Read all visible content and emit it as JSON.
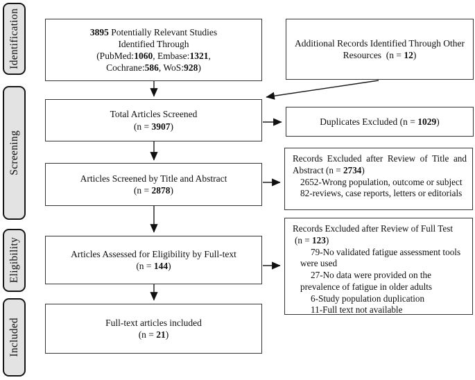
{
  "colors": {
    "background": "#ffffff",
    "box_border": "#333333",
    "stage_fill": "#e3e3e3",
    "stage_border": "#151515",
    "text": "#0e0e0e",
    "arrow": "#1a1a1a"
  },
  "sidebar": {
    "stages": [
      {
        "label": "Identification"
      },
      {
        "label": "Screening"
      },
      {
        "label": "Eligibility"
      },
      {
        "label": "Included"
      }
    ]
  },
  "flow": {
    "identified": {
      "lines": [
        {
          "segs": [
            {
              "t": "3895",
              "b": true
            },
            {
              "t": " Potentially Relevant Studies"
            }
          ]
        },
        {
          "segs": [
            {
              "t": "Identified Through"
            }
          ]
        },
        {
          "segs": [
            {
              "t": "(PubMed:"
            },
            {
              "t": "1060",
              "b": true
            },
            {
              "t": ", Embase:"
            },
            {
              "t": "1321",
              "b": true
            },
            {
              "t": ","
            }
          ]
        },
        {
          "segs": [
            {
              "t": "Cochrane:"
            },
            {
              "t": "586",
              "b": true
            },
            {
              "t": ", WoS:"
            },
            {
              "t": "928",
              "b": true
            },
            {
              "t": ")"
            }
          ]
        }
      ]
    },
    "additional": {
      "lines": [
        {
          "segs": [
            {
              "t": "Additional Records Identified Through Other"
            }
          ]
        },
        {
          "segs": [
            {
              "t": "Resources  (n = "
            },
            {
              "t": "12",
              "b": true
            },
            {
              "t": ")"
            }
          ]
        }
      ]
    },
    "screened_total": {
      "lines": [
        {
          "segs": [
            {
              "t": "Total Articles Screened"
            }
          ]
        },
        {
          "segs": [
            {
              "t": "(n = "
            },
            {
              "t": "3907",
              "b": true
            },
            {
              "t": ")"
            }
          ]
        }
      ]
    },
    "duplicates": {
      "lines": [
        {
          "segs": [
            {
              "t": "Duplicates Excluded (n = "
            },
            {
              "t": "1029",
              "b": true
            },
            {
              "t": ")"
            }
          ]
        }
      ]
    },
    "title_abstract": {
      "lines": [
        {
          "segs": [
            {
              "t": "Articles Screened by Title and Abstract"
            }
          ]
        },
        {
          "segs": [
            {
              "t": "(n = "
            },
            {
              "t": "2878",
              "b": true
            },
            {
              "t": ")"
            }
          ]
        }
      ]
    },
    "excluded_title_abstract": {
      "lines": [
        {
          "cls": "just",
          "segs": [
            {
              "t": "Records Excluded after Review of Title and"
            }
          ]
        },
        {
          "segs": [
            {
              "t": "Abstract (n = "
            },
            {
              "t": "2734",
              "b": true
            },
            {
              "t": ")"
            }
          ]
        },
        {
          "cls": "ind1",
          "segs": [
            {
              "t": "2652-Wrong population, outcome or subject"
            }
          ]
        },
        {
          "cls": "ind1",
          "segs": [
            {
              "t": "82-reviews, case reports, letters or editorials"
            }
          ]
        }
      ]
    },
    "full_text_assessed": {
      "lines": [
        {
          "segs": [
            {
              "t": "Articles Assessed for Eligibility by Full-text"
            }
          ]
        },
        {
          "segs": [
            {
              "t": "(n = "
            },
            {
              "t": "144",
              "b": true
            },
            {
              "t": ")"
            }
          ]
        }
      ]
    },
    "excluded_full_text": {
      "lines": [
        {
          "segs": [
            {
              "t": "Records Excluded after Review of Full Test"
            }
          ]
        },
        {
          "cls": "sp1",
          "segs": [
            {
              "t": "(n = "
            },
            {
              "t": "123",
              "b": true
            },
            {
              "t": ")"
            }
          ]
        },
        {
          "cls": "ind2",
          "segs": [
            {
              "t": "79-No validated fatigue assessment tools"
            }
          ]
        },
        {
          "cls": "ind1",
          "segs": [
            {
              "t": "were used"
            }
          ]
        },
        {
          "cls": "ind2",
          "segs": [
            {
              "t": "27-No data were provided on the"
            }
          ]
        },
        {
          "cls": "ind1",
          "segs": [
            {
              "t": "prevalence of fatigue in older adults"
            }
          ]
        },
        {
          "cls": "ind2",
          "segs": [
            {
              "t": "6-Study population duplication"
            }
          ]
        },
        {
          "cls": "ind2",
          "segs": [
            {
              "t": "11-Full text not available"
            }
          ]
        }
      ]
    },
    "included": {
      "lines": [
        {
          "segs": [
            {
              "t": "Full-text articles included"
            }
          ]
        },
        {
          "segs": [
            {
              "t": "(n = "
            },
            {
              "t": "21",
              "b": true
            },
            {
              "t": ")"
            }
          ]
        }
      ]
    }
  }
}
